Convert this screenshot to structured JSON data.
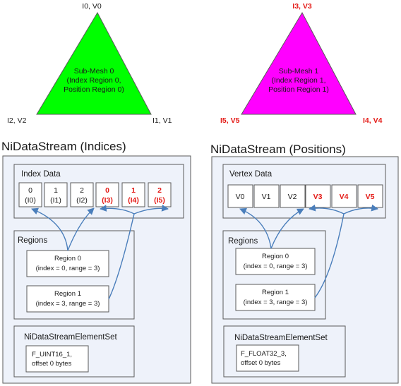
{
  "colors": {
    "red": "#e41b17",
    "black": "#1a1a1a",
    "green_triangle": "#00ff00",
    "magenta_triangle": "#ff00ff",
    "panel_fill": "#eef2fa",
    "box_stroke": "#5a5a5a",
    "arrow": "#4a7ebb"
  },
  "meshes": [
    {
      "top_label": "I0, V0",
      "left_label": "I2, V2",
      "right_label": "I1, V1",
      "center_lines": [
        "Sub-Mesh 0",
        "(Index Region 0,",
        "Position Region 0)"
      ]
    },
    {
      "top_label": "I3, V3",
      "left_label": "I5, V5",
      "right_label": "I4, V4",
      "center_lines": [
        "Sub-Mesh 1",
        "(Index Region 1,",
        "Position Region 1)"
      ]
    }
  ],
  "streams": [
    {
      "title": "NiDataStream (Indices)",
      "data_label": "Index Data",
      "cells": [
        {
          "lines": [
            "0",
            "(I0)"
          ],
          "highlight": false
        },
        {
          "lines": [
            "1",
            "(I1)"
          ],
          "highlight": false
        },
        {
          "lines": [
            "2",
            "(I2)"
          ],
          "highlight": false
        },
        {
          "lines": [
            "0",
            "(I3)"
          ],
          "highlight": true
        },
        {
          "lines": [
            "1",
            "(I4)"
          ],
          "highlight": true
        },
        {
          "lines": [
            "2",
            "(I5)"
          ],
          "highlight": true
        }
      ],
      "regions_label": "Regions",
      "regions": [
        {
          "name": "Region 0",
          "detail": "(index = 0, range = 3)"
        },
        {
          "name": "Region 1",
          "detail": "(index = 3, range = 3)"
        }
      ],
      "element_set_label": "NiDataStreamElementSet",
      "element_set_lines": [
        "F_UINT16_1,",
        "offset 0 bytes"
      ]
    },
    {
      "title": "NiDataStream (Positions)",
      "data_label": "Vertex Data",
      "cells": [
        {
          "lines": [
            "V0"
          ],
          "highlight": false
        },
        {
          "lines": [
            "V1"
          ],
          "highlight": false
        },
        {
          "lines": [
            "V2"
          ],
          "highlight": false
        },
        {
          "lines": [
            "V3"
          ],
          "highlight": true
        },
        {
          "lines": [
            "V4"
          ],
          "highlight": true
        },
        {
          "lines": [
            "V5"
          ],
          "highlight": true
        }
      ],
      "regions_label": "Regions",
      "regions": [
        {
          "name": "Region 0",
          "detail": "(index = 0, range = 3)"
        },
        {
          "name": "Region 1",
          "detail": "(index = 3, range = 3)"
        }
      ],
      "element_set_label": "NiDataStreamElementSet",
      "element_set_lines": [
        "F_FLOAT32_3,",
        "offset 0 bytes"
      ]
    }
  ]
}
